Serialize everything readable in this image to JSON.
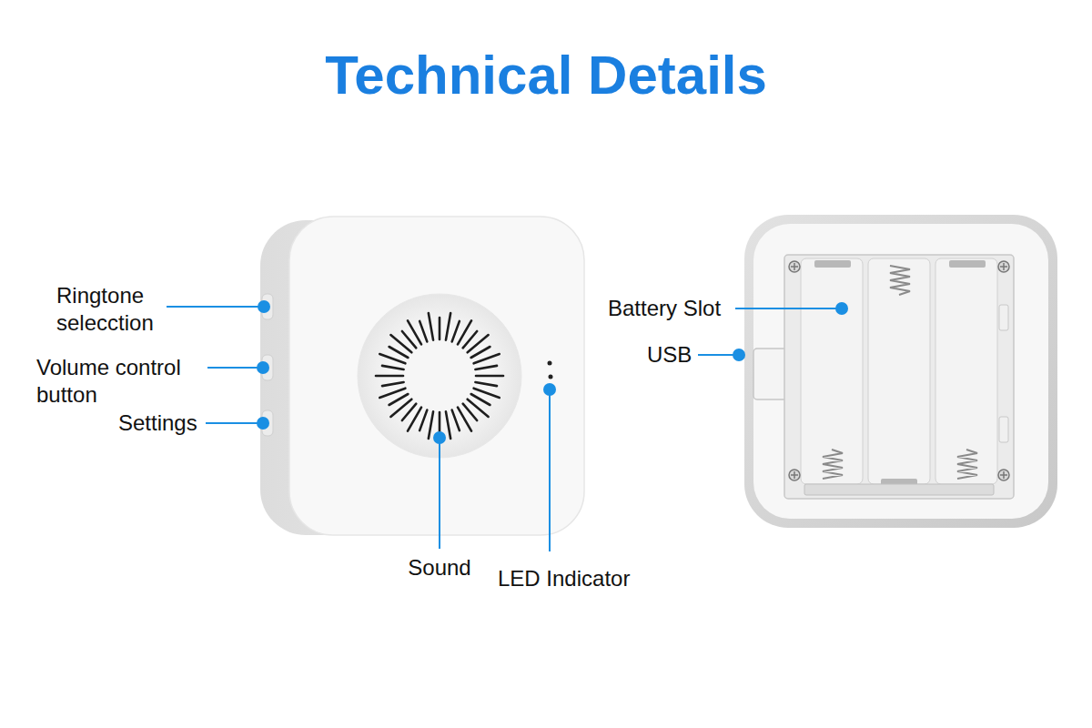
{
  "diagram": {
    "title": "Technical Details",
    "labels": [
      "Ringtone selecction",
      "Volume control button",
      "Settings",
      "Sound",
      "LED Indicator",
      "Battery Slot",
      "USB"
    ]
  }
}
